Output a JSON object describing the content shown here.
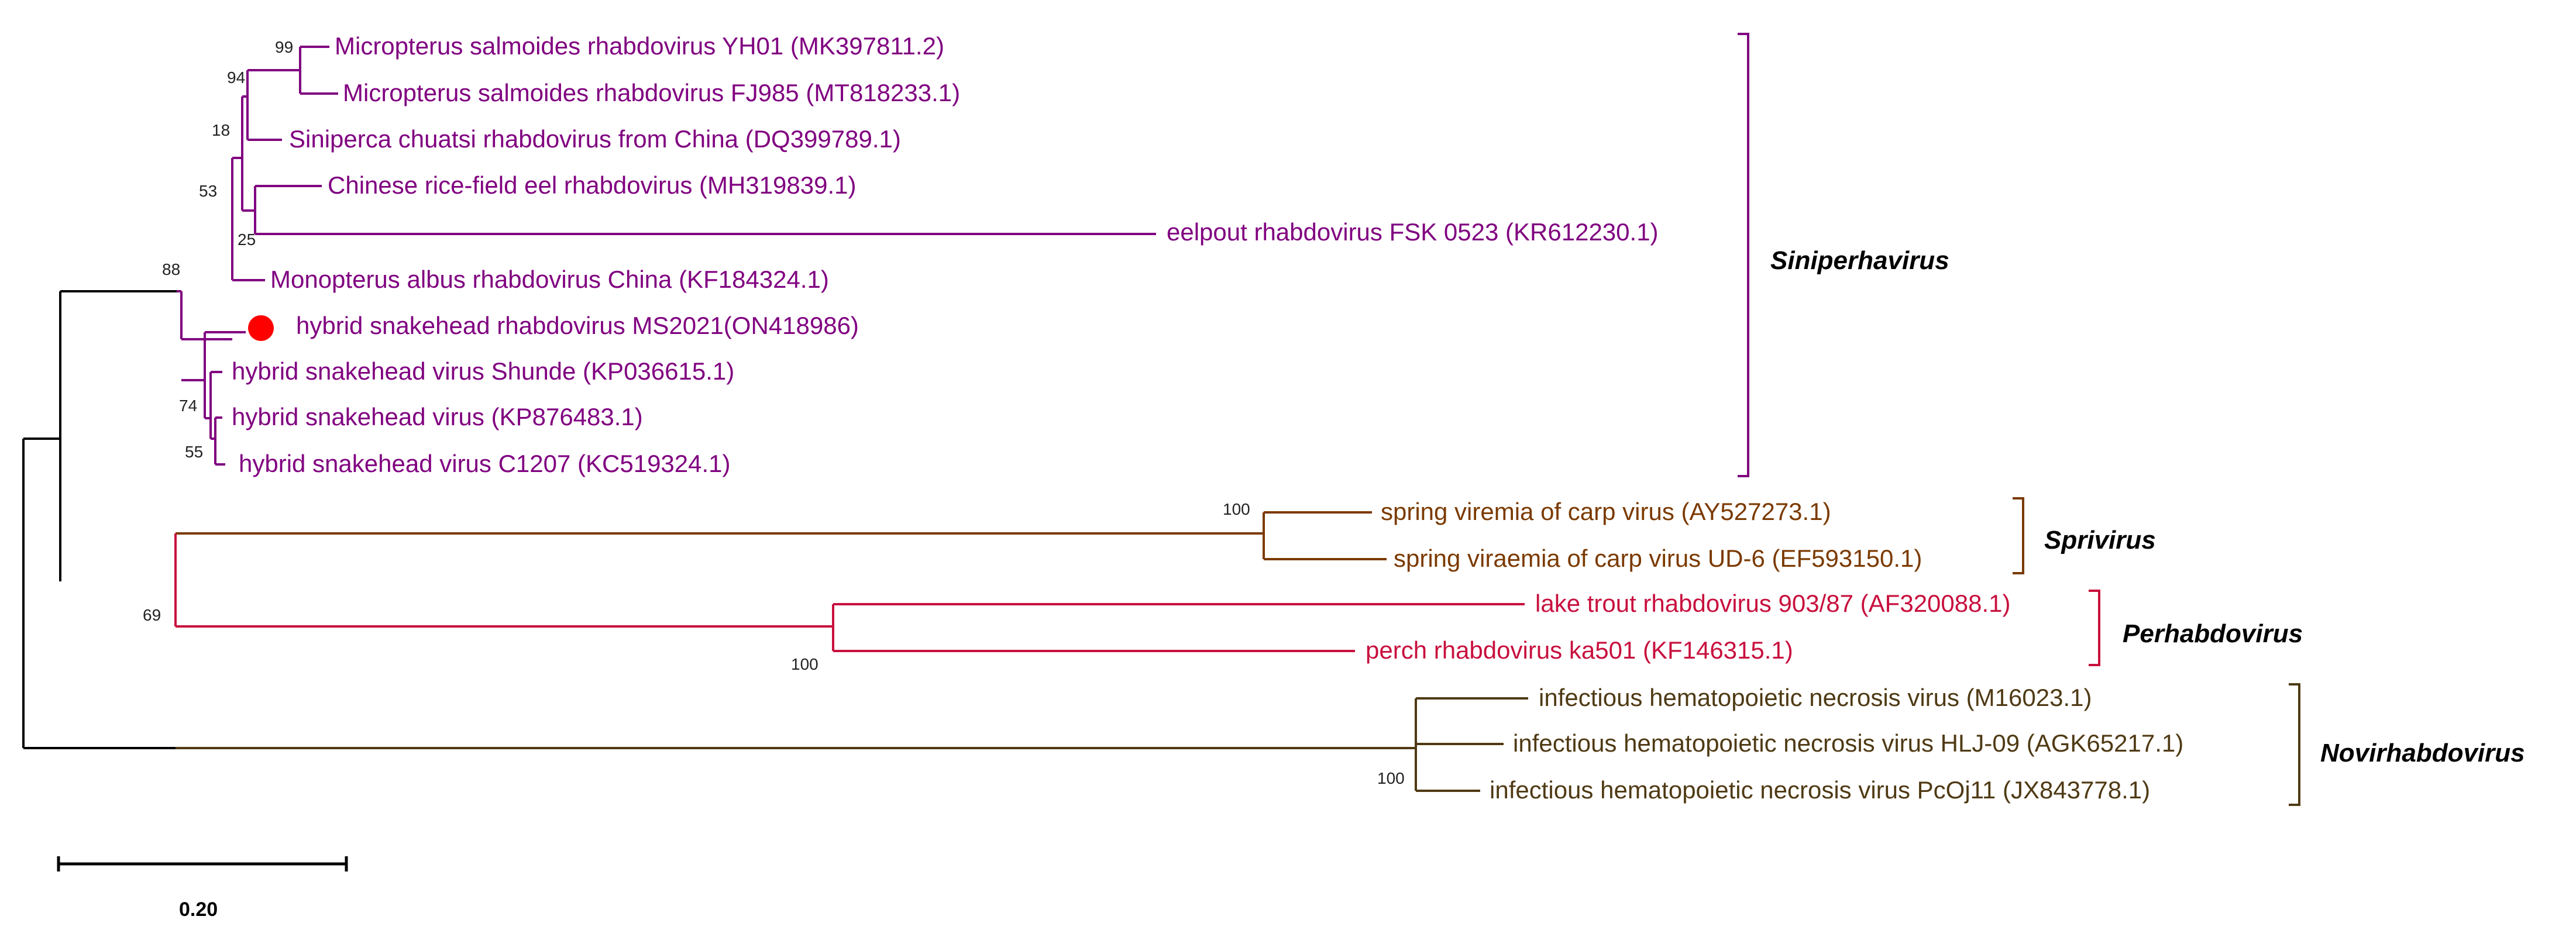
{
  "colors": {
    "siniperhavirus": "#800080",
    "sprivirus": "#7b3a00",
    "perhabdovirus": "#c8103e",
    "novirhabdovirus": "#4f3a14",
    "root": "#000000",
    "marker": "#ff0000"
  },
  "taxa": {
    "yh01": "Micropterus salmoides rhabdovirus YH01 (MK397811.2)",
    "fj985": "Micropterus salmoides rhabdovirus FJ985 (MT818233.1)",
    "siniperca": "Siniperca chuatsi rhabdovirus from China (DQ399789.1)",
    "eel": "Chinese rice-field eel rhabdovirus (MH319839.1)",
    "eelpout": "eelpout rhabdovirus FSK 0523 (KR612230.1)",
    "monopterus": "Monopterus albus rhabdovirus China (KF184324.1)",
    "ms2021": "hybrid snakehead rhabdovirus MS2021(ON418986)",
    "shunde": "hybrid snakehead virus Shunde (KP036615.1)",
    "kp876483": "hybrid snakehead virus (KP876483.1)",
    "c1207": "hybrid snakehead virus C1207 (KC519324.1)",
    "svcv1": "spring viremia of carp virus (AY527273.1)",
    "svcv2": "spring viraemia of carp virus UD-6 (EF593150.1)",
    "laketrout": "lake trout rhabdovirus 903/87 (AF320088.1)",
    "perch": "perch rhabdovirus ka501 (KF146315.1)",
    "ihnv1": "infectious hematopoietic necrosis virus (M16023.1)",
    "ihnv2": "infectious hematopoietic necrosis virus HLJ-09 (AGK65217.1)",
    "ihnv3": "infectious hematopoietic necrosis virus PcOj11 (JX843778.1)"
  },
  "bootstrap": {
    "b99": "99",
    "b94": "94",
    "b18": "18",
    "b53": "53",
    "b25": "25",
    "b88": "88",
    "b74": "74",
    "b55": "55",
    "b100_sprivirus": "100",
    "b69": "69",
    "b100_perhabdovirus": "100",
    "b100_novirhabdovirus": "100"
  },
  "genera": {
    "siniperhavirus": "Siniperhavirus",
    "sprivirus": "Sprivirus",
    "perhabdovirus": "Perhabdovirus",
    "novirhabdovirus": "Novirhabdovirus"
  },
  "scale_bar": {
    "label": "0.20"
  },
  "highlighted_taxon": "hybrid snakehead rhabdovirus MS2021(ON418986)"
}
